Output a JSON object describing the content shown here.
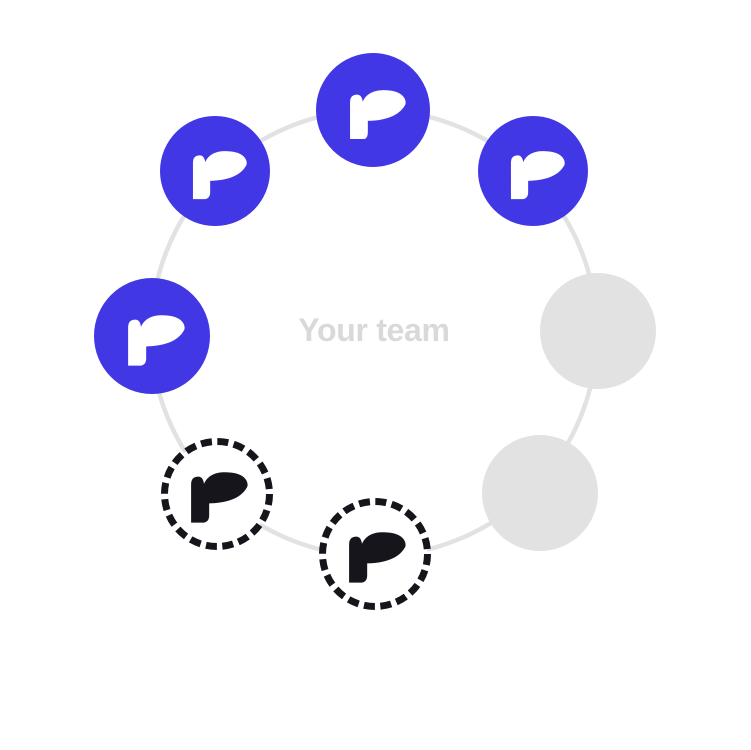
{
  "illustration": {
    "title": "Your team",
    "type": "team-ring-diagram",
    "members": [
      {
        "position": "top",
        "status": "filled",
        "icon": "remote-logo"
      },
      {
        "position": "upper-left",
        "status": "filled",
        "icon": "remote-logo"
      },
      {
        "position": "upper-right",
        "status": "filled",
        "icon": "remote-logo"
      },
      {
        "position": "left",
        "status": "filled",
        "icon": "remote-logo"
      },
      {
        "position": "right",
        "status": "empty"
      },
      {
        "position": "lower-right",
        "status": "empty"
      },
      {
        "position": "bottom",
        "status": "pending-dashed",
        "icon": "remote-logo"
      },
      {
        "position": "lower-left",
        "status": "pending-dashed",
        "icon": "remote-logo"
      }
    ]
  },
  "colors": {
    "background": "#FFFFFF",
    "accent-blue": "#4237E4",
    "logo-white": "#FFFFFF",
    "slot-gray": "#E2E2E2",
    "connector-gray": "#E2E2E2",
    "pending-dark": "#15151B",
    "label-gray": "#D9D9D9"
  }
}
